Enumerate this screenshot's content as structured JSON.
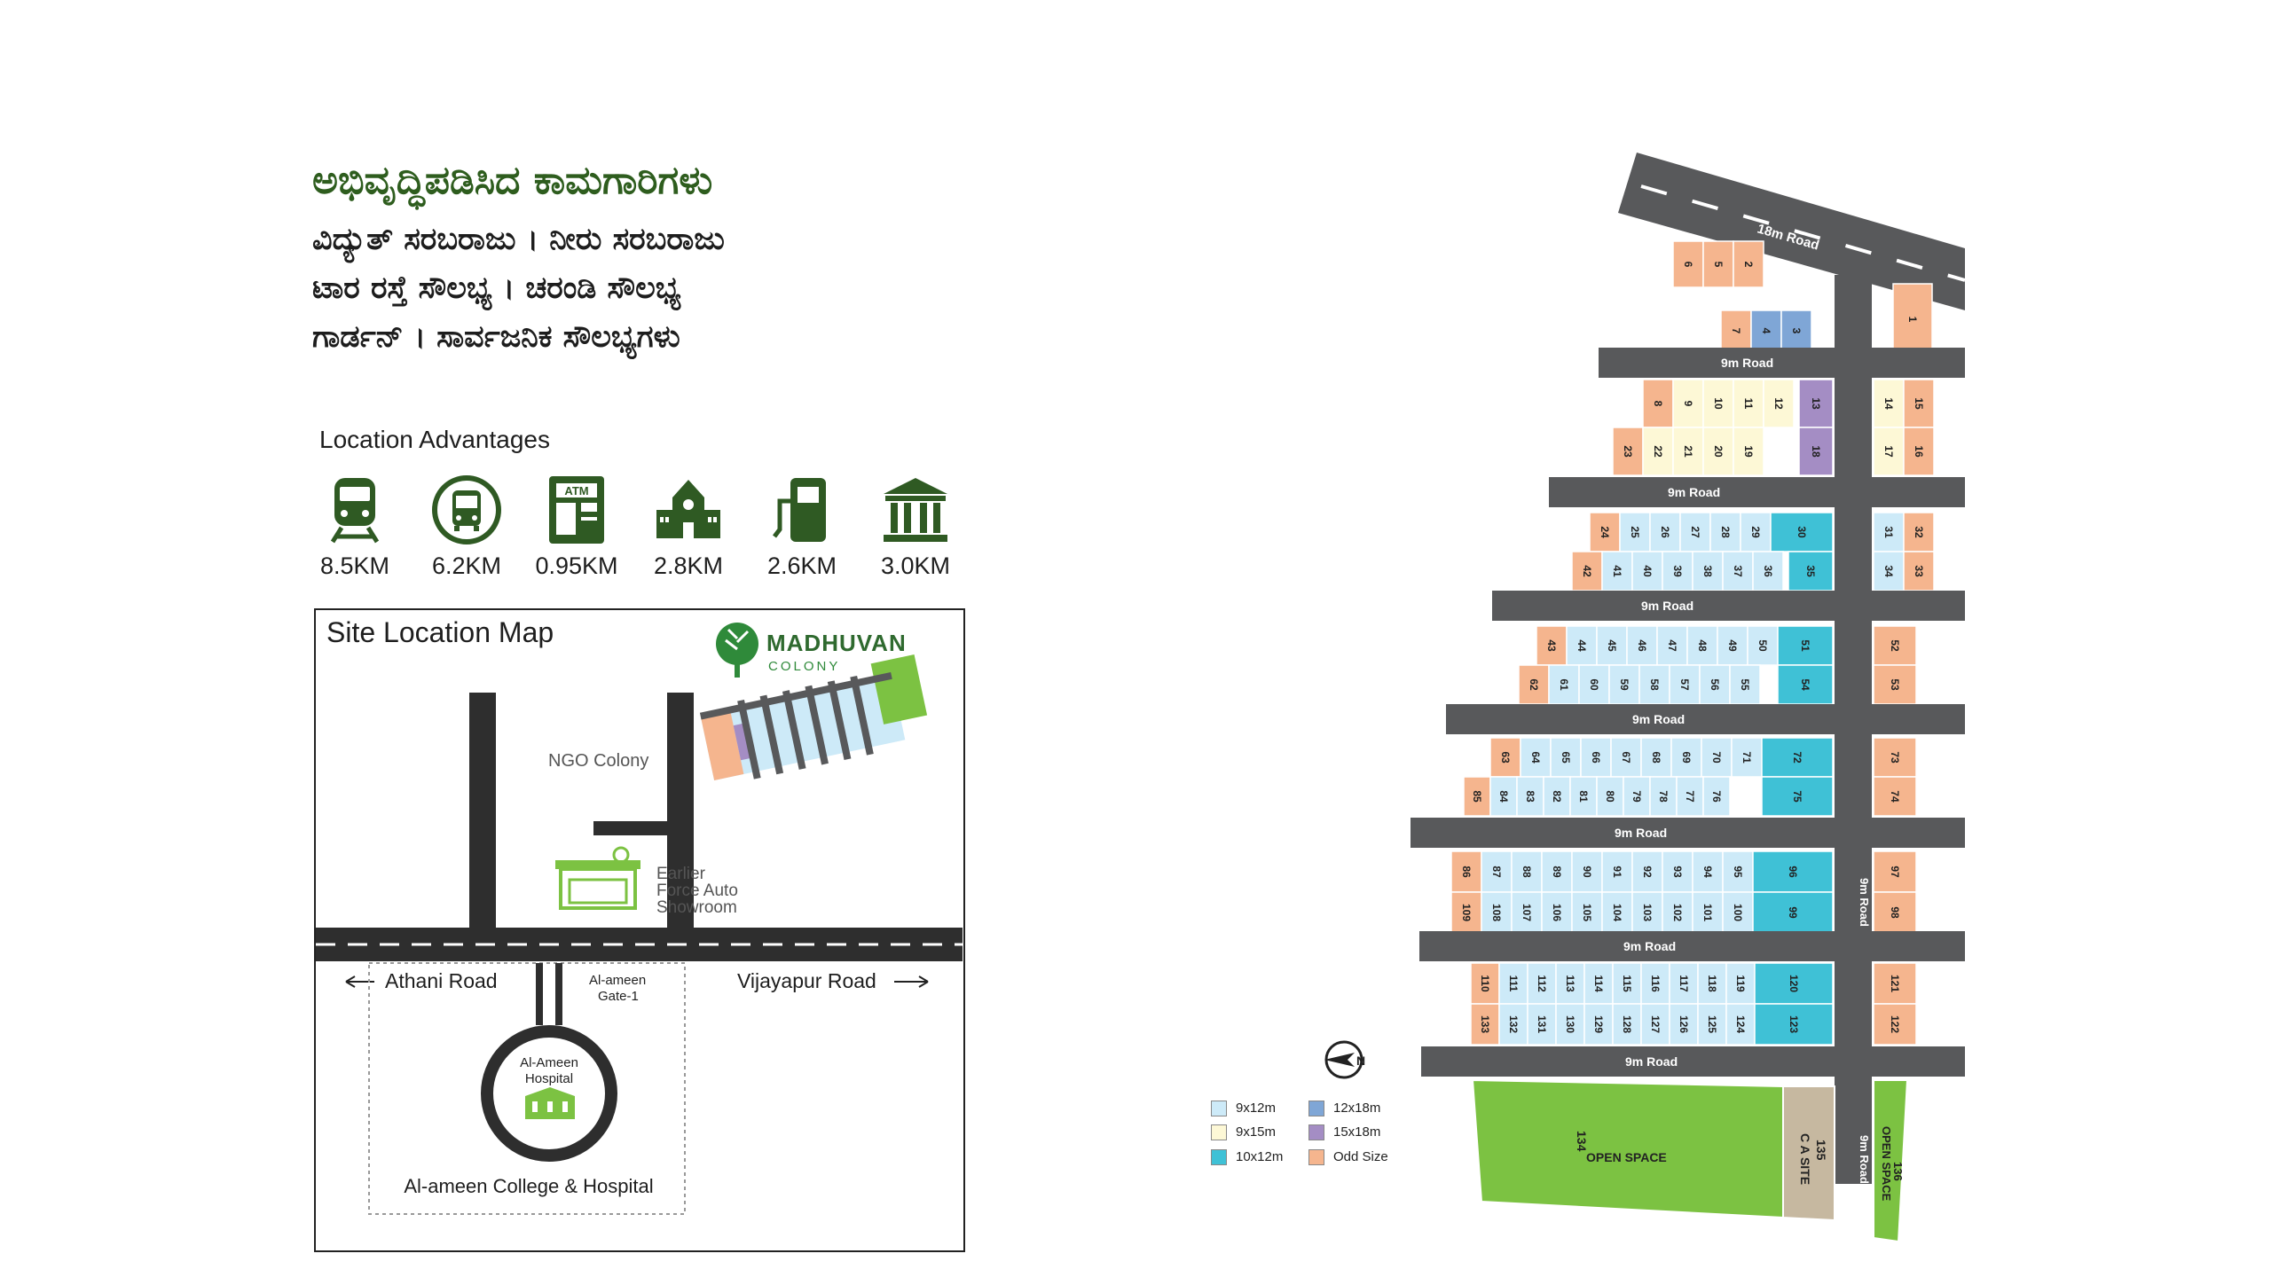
{
  "kannada": {
    "title": "ಅಭಿವೃದ್ಧಿಪಡಿಸಿದ ಕಾಮಗಾರಿಗಳು",
    "lines": [
      "ವಿದ್ಯುತ್ ಸರಬರಾಜು । ನೀರು ಸರಬರಾಜು",
      "ಟಾರ ರಸ್ತೆ ಸೌಲಭ್ಯ । ಚರಂಡಿ ಸೌಲಭ್ಯ",
      "ಗಾರ್ಡನ್ । ಸಾರ್ವಜನಿಕ ಸೌಲಭ್ಯಗಳು"
    ]
  },
  "location_advantages": {
    "title": "Location Advantages",
    "items": [
      {
        "icon": "train-icon",
        "distance": "8.5KM"
      },
      {
        "icon": "bus-icon",
        "distance": "6.2KM"
      },
      {
        "icon": "atm-icon",
        "distance": "0.95KM"
      },
      {
        "icon": "school-icon",
        "distance": "2.8KM"
      },
      {
        "icon": "fuel-pump-icon",
        "distance": "2.6KM"
      },
      {
        "icon": "bank-icon",
        "distance": "3.0KM"
      }
    ]
  },
  "site_map": {
    "title": "Site Location Map",
    "logo_name": "MADHUVAN",
    "logo_sub": "COLONY",
    "ngo": "NGO Colony",
    "showroom": [
      "Earlier",
      "Force Auto",
      "Showroom"
    ],
    "athani": "Athani Road",
    "vijayapur": "Vijayapur Road",
    "gate": [
      "Al-ameen",
      "Gate-1"
    ],
    "hospital": [
      "Al-Ameen",
      "Hospital"
    ],
    "college": "Al-ameen College & Hospital"
  },
  "plan": {
    "road_18m": "18m Road",
    "road_9m": "9m Road",
    "open_space_label": "OPEN SPACE",
    "open_space_number": "134",
    "ca_site": "C A SITE",
    "ca_number": "135",
    "open_space_2": "OPEN SPACE",
    "open_space_2_number": "136"
  },
  "legend": [
    {
      "label": "9x12m",
      "color": "#cdeaf8"
    },
    {
      "label": "12x18m",
      "color": "#7fa6d6"
    },
    {
      "label": "9x15m",
      "color": "#fdf8d6"
    },
    {
      "label": "15x18m",
      "color": "#a48dc4"
    },
    {
      "label": "10x12m",
      "color": "#3fc1d6"
    },
    {
      "label": "Odd Size",
      "color": "#f5b58e"
    }
  ],
  "colors": {
    "green_title": "#2e5d1e",
    "icon_green": "#2f5a23",
    "road": "#58595b",
    "open_space": "#7cc242",
    "ca_site": "#c6b8a0"
  }
}
